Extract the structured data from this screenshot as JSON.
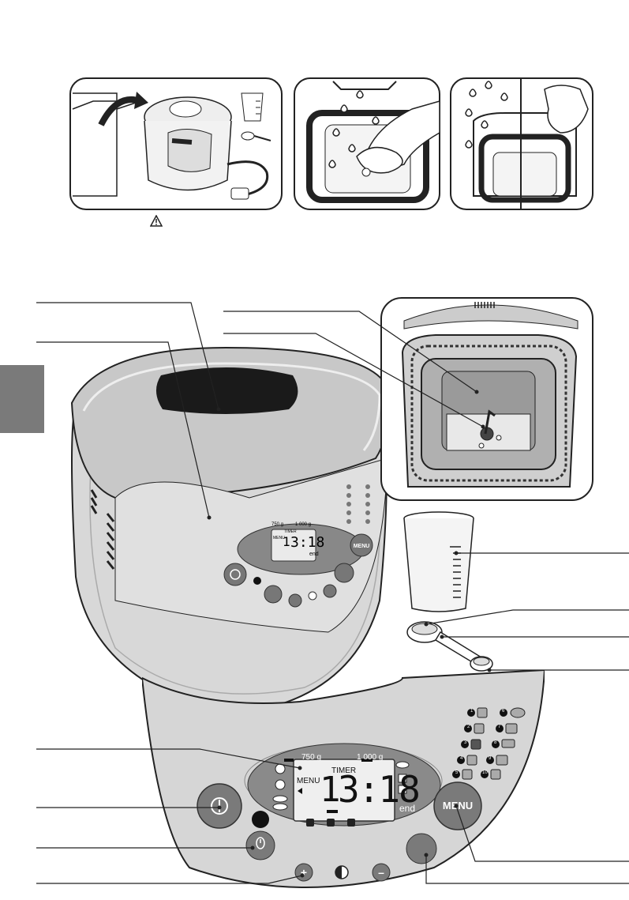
{
  "display": {
    "weight_small": "750 g",
    "weight_large": "1 000 g",
    "timer_label": "TIMER",
    "menu_label": "MENU",
    "program_digit": "1",
    "time": "3:18",
    "end_label": "end"
  },
  "small_display": {
    "weight_small": "750 g",
    "weight_large": "1 000 g",
    "timer_label": "TIMER",
    "menu_label": "MENU",
    "program_digit": "1",
    "time": "3:18",
    "end_label": "end"
  },
  "buttons": {
    "menu_label": "MENU",
    "plus_label": "+",
    "minus_label": "–"
  },
  "programs": {
    "left": [
      "1",
      "2",
      "3",
      "4",
      "5"
    ],
    "right": [
      "6",
      "7",
      "8",
      "9",
      "10"
    ]
  },
  "colors": {
    "sidebar_tab": "#7a7a7a",
    "panel_dark": "#8a8a8a",
    "panel_light": "#cfcfcf",
    "line": "#222222"
  }
}
